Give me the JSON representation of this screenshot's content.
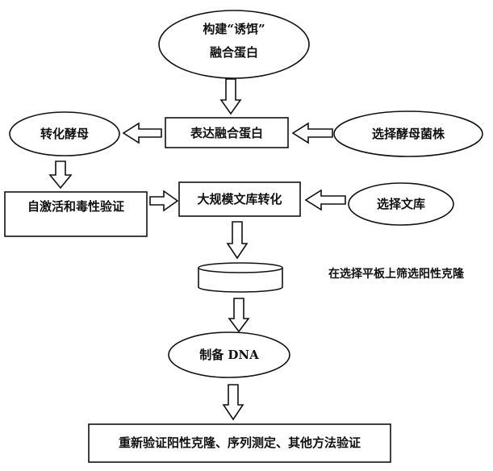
{
  "nodes": {
    "build_bait_line1": "构建“诱饵”",
    "build_bait_line2": "融合蛋白",
    "express_fusion": "表达融合蛋白",
    "select_yeast_strain": "选择酵母菌株",
    "transform_yeast": "转化酵母",
    "self_activation_toxicity": "自激活和毒性验证",
    "library_transform": "大规模文库转化",
    "select_library": "选择文库",
    "plate_screen": "在选择平板上筛选阳性克隆",
    "prepare_dna": "制备 DNA",
    "reverify": "重新验证阳性克隆、序列测定、其他方法验证"
  },
  "colors": {
    "stroke": "#111111",
    "fill": "#ffffff"
  }
}
